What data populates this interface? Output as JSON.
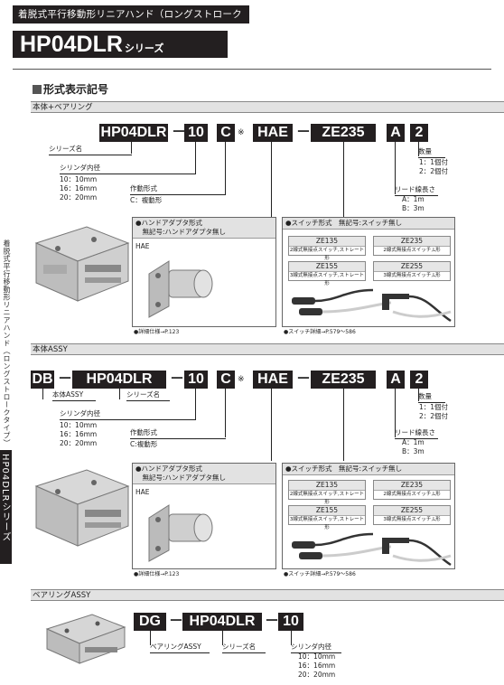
{
  "header": {
    "category": "着脱式平行移動形リニアハンド（ロングストロークタイプ）",
    "series_code": "HP04DLR",
    "series_suffix": "シリーズ"
  },
  "section_title": "形式表示記号",
  "side": {
    "vertical_label": "着脱式平行移動形リニアハンド（ロングストロークタイプ）",
    "tab": "HP04DLRシリーズ"
  },
  "block1": {
    "title": "本体+ベアリング",
    "codes": [
      "HP04DLR",
      "10",
      "C",
      "HAE",
      "ZE235",
      "A",
      "2"
    ],
    "sep_dash": "－",
    "sep_mark": "※",
    "labels": {
      "series": "シリーズ名",
      "bore": "シリンダ内径",
      "bore_opts": "10：10mm\n16：16mm\n20：20mm",
      "action": "作動形式",
      "action_opts": "C：複動形",
      "qty": "数量",
      "qty_opts": "1：1個付\n2：2個付",
      "lead": "リード線長さ",
      "lead_opts": "A：1m\nB：3m"
    },
    "adapter_panel": {
      "title": "●ハンドアダプタ形式\n　無記号:ハンドアダプタ無し",
      "item": "HAE",
      "footnote": "●詳細仕様→P.123"
    },
    "switch_panel": {
      "title": "●スイッチ形式　無記号:スイッチ無し",
      "footnote": "●スイッチ詳細→P.579～586",
      "switches": [
        {
          "code": "ZE135",
          "desc": "2線式無接点スイッチ,ストレート形"
        },
        {
          "code": "ZE235",
          "desc": "2線式無接点スイッチ,L形"
        },
        {
          "code": "ZE155",
          "desc": "3線式無接点スイッチ,ストレート形"
        },
        {
          "code": "ZE255",
          "desc": "3線式無接点スイッチ,L形"
        }
      ]
    }
  },
  "block2": {
    "title": "本体ASSY",
    "codes": [
      "DB",
      "HP04DLR",
      "10",
      "C",
      "HAE",
      "ZE235",
      "A",
      "2"
    ],
    "labels": {
      "body_assy": "本体ASSY",
      "series": "シリーズ名",
      "bore": "シリンダ内径",
      "bore_opts": "10：10mm\n16：16mm\n20：20mm",
      "action": "作動形式",
      "action_opts": "C:複動形",
      "qty": "数量",
      "qty_opts": "1：1個付\n2：2個付",
      "lead": "リード線長さ",
      "lead_opts": "A：1m\nB：3m"
    },
    "adapter_panel": {
      "title": "●ハンドアダプタ形式\n　無記号:ハンドアダプタ無し",
      "item": "HAE",
      "footnote": "●詳細仕様→P.123"
    },
    "switch_panel": {
      "title": "●スイッチ形式　無記号:スイッチ無し",
      "footnote": "●スイッチ詳細→P.579～586",
      "switches": [
        {
          "code": "ZE135",
          "desc": "2線式無接点スイッチ,ストレート形"
        },
        {
          "code": "ZE235",
          "desc": "2線式無接点スイッチ,L形"
        },
        {
          "code": "ZE155",
          "desc": "3線式無接点スイッチ,ストレート形"
        },
        {
          "code": "ZE255",
          "desc": "3線式無接点スイッチ,L形"
        }
      ]
    }
  },
  "block3": {
    "title": "ベアリングASSY",
    "codes": [
      "DG",
      "HP04DLR",
      "10"
    ],
    "labels": {
      "bearing_assy": "ベアリングASSY",
      "series": "シリーズ名",
      "bore": "シリンダ内径",
      "bore_opts": "10：10mm\n16：16mm\n20：20mm"
    }
  }
}
